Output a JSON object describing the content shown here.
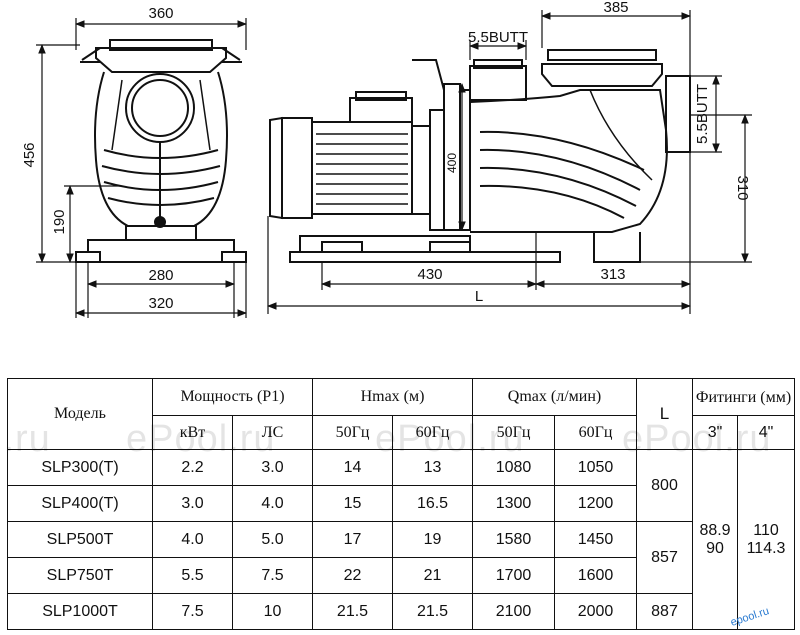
{
  "drawing": {
    "dims": {
      "front_width": "360",
      "front_height": "456",
      "front_axis": "190",
      "front_base_inner": "280",
      "front_base_outer": "320",
      "side_length": "385",
      "outlet_top": "5.5BUTT",
      "inlet_side": "5.5BUTT",
      "axis_side": "310",
      "flange_height": "400",
      "motor_length": "430",
      "pump_length": "313",
      "total_length": "L"
    }
  },
  "table": {
    "headers": {
      "model": "Модель",
      "power": "Мощность (P1)",
      "power_kw": "кВт",
      "power_hp": "ЛС",
      "hmax": "Hmax (м)",
      "hmax_50": "50Гц",
      "hmax_60": "60Гц",
      "qmax": "Qmax (л/мин)",
      "qmax_50": "50Гц",
      "qmax_60": "60Гц",
      "l": "L",
      "fittings": "Фитинги (мм)",
      "fit_3": "3\"",
      "fit_4": "4\""
    },
    "rows": [
      {
        "model": "SLP300(T)",
        "kw": "2.2",
        "hp": "3.0",
        "h50": "14",
        "h60": "13",
        "q50": "1080",
        "q60": "1050"
      },
      {
        "model": "SLP400(T)",
        "kw": "3.0",
        "hp": "4.0",
        "h50": "15",
        "h60": "16.5",
        "q50": "1300",
        "q60": "1200"
      },
      {
        "model": "SLP500T",
        "kw": "4.0",
        "hp": "5.0",
        "h50": "17",
        "h60": "19",
        "q50": "1580",
        "q60": "1450"
      },
      {
        "model": "SLP750T",
        "kw": "5.5",
        "hp": "7.5",
        "h50": "22",
        "h60": "21",
        "q50": "1700",
        "q60": "1600"
      },
      {
        "model": "SLP1000T",
        "kw": "7.5",
        "hp": "10",
        "h50": "21.5",
        "h60": "21.5",
        "q50": "2100",
        "q60": "2000"
      }
    ],
    "l_values": [
      "800",
      "857",
      "887"
    ],
    "fit3_values": [
      "88.9",
      "90"
    ],
    "fit4_values": [
      "110",
      "114.3"
    ]
  },
  "watermarks": [
    "l.ru",
    "ePool.ru",
    "ePool.ru",
    "ePool.ru"
  ],
  "logo_text": "epool.ru"
}
